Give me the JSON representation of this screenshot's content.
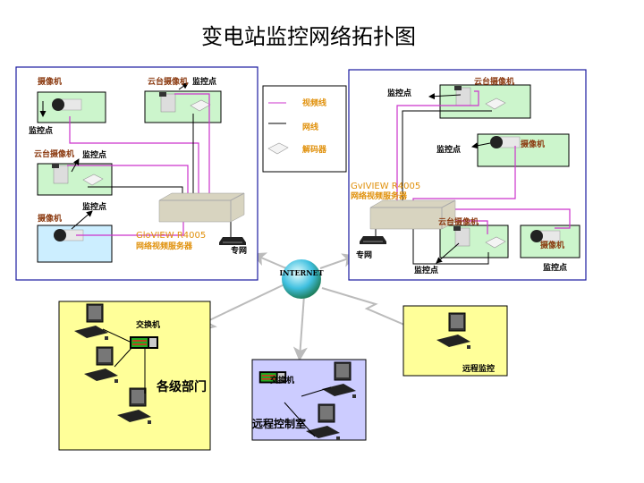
{
  "title": "变电站监控网络拓扑图",
  "colors": {
    "video_line": "#cc33cc",
    "net_line": "#000000",
    "site_border": "#1a1aa0",
    "green_box": "#ccf5cc",
    "blue_box": "#cceeff",
    "yellow_box": "#ffff99",
    "purple_box": "#ccccff",
    "link_arrow": "#bbbbbb"
  },
  "legend": {
    "video_line": "视频线",
    "net_line": "网线",
    "decoder": "解码器"
  },
  "left_site": {
    "camera1": "摄像机",
    "monitor1": "监控点",
    "ptz1": "云台摄像机",
    "monitor2": "监控点",
    "ptz2": "云台摄像机",
    "monitor3": "监控点",
    "camera2": "摄像机",
    "monitor4": "监控点",
    "server_model": "GloVIEW R4005",
    "server_name": "网络视频服务器",
    "private_net": "专网"
  },
  "right_site": {
    "ptz1": "云台摄像机",
    "monitor1": "监控点",
    "camera1": "摄像机",
    "monitor2": "监控点",
    "server_model": "GvIVIEW R4005",
    "server_name": "网络视频服务器",
    "ptz2": "云台摄像机",
    "monitor3": "监控点",
    "camera2": "摄像机",
    "monitor4": "监控点",
    "private_net": "专网"
  },
  "internet": "INTERNET",
  "departments": {
    "switch": "交换机",
    "label": "各级部门"
  },
  "remote_room": {
    "switch": "交换机",
    "label": "远程控制室"
  },
  "remote_monitor": {
    "label": "远程监控"
  }
}
